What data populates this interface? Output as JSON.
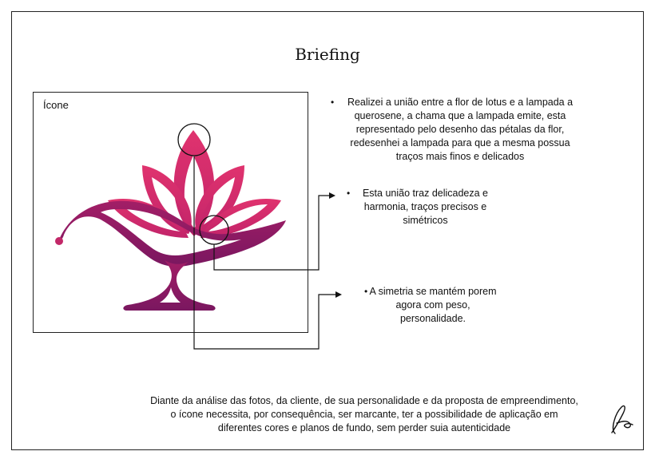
{
  "document": {
    "title": "Briefing",
    "icon_label": "Ícone",
    "bullet_glyph": "•",
    "notes": [
      {
        "text": "Realizei a união entre a flor de lotus e a lampada a querosene, a chama que a lampada emite, esta representado pelo desenho das pétalas da flor, redesenhei a lampada para que a mesma possua traços mais finos e delicados"
      },
      {
        "text": "Esta união traz delicadeza e harmonia, traços precisos e simétricos"
      },
      {
        "text": "A simetria se mantém porem agora com peso, personalidade."
      }
    ],
    "footer": "Diante da análise das fotos, da cliente, de sua personalidade e da proposta de empreendimento, o ícone necessita, por consequência, ser marcante, ter a possibilidade de aplicação em diferentes cores e planos de fundo, sem perder suia autenticidade"
  },
  "colors": {
    "petal_top": "#e0336e",
    "petal_mid": "#d42a66",
    "lamp_body": "#9e1e66",
    "lamp_base": "#7a1760",
    "ink": "#111111"
  },
  "icons": {
    "logo": "lotus-lamp-icon",
    "signature": "signature-mark"
  }
}
